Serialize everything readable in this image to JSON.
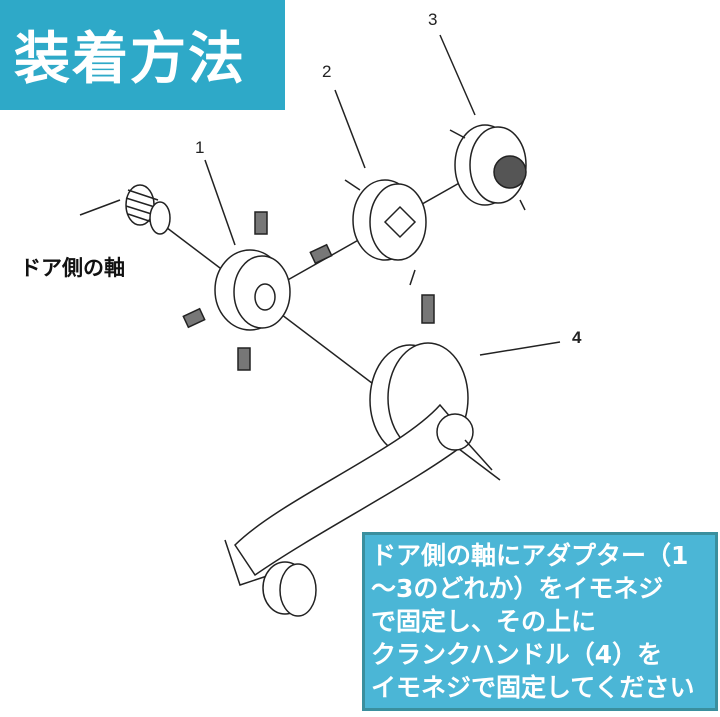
{
  "title": "装着方法",
  "part_labels": {
    "p1": "1",
    "p2": "2",
    "p3": "3",
    "p4": "4"
  },
  "shaft_label": "ドア側の軸",
  "note_lines": [
    "ドア側の軸にアダプター（1",
    "〜3のどれか）をイモネジ",
    "で固定し、その上に",
    "クランクハンドル（4）を",
    "イモネジで固定してください"
  ],
  "colors": {
    "banner": "#2ea9c8",
    "note_bg": "#4bb6d6",
    "note_border": "#3a8f9e"
  }
}
